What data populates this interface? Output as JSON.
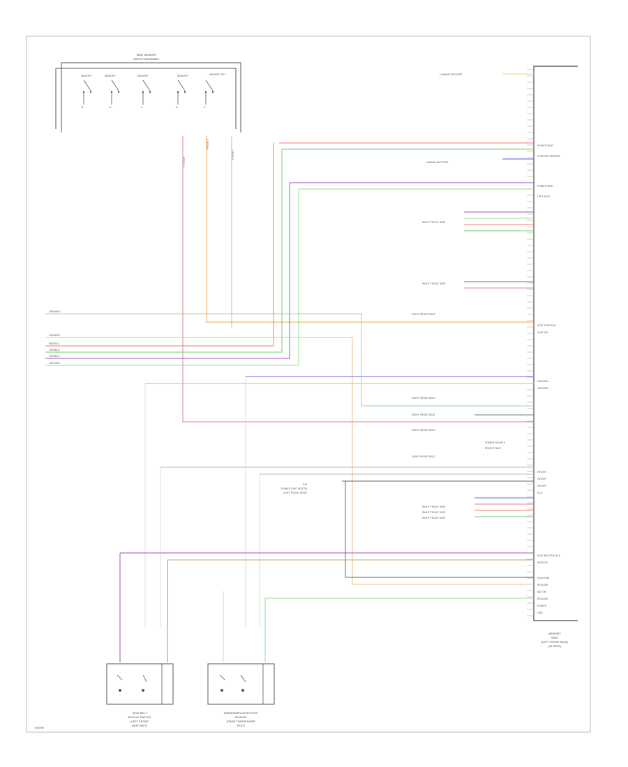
{
  "footer_code": "W00498",
  "top_switch": {
    "title_line1": "SEAT MEMORY",
    "title_line2": "SWITCH ASSEMBLY",
    "positions": [
      "MEMORY",
      "MEMORY",
      "MEMORY",
      "MEMORY",
      "MEMORY SET"
    ],
    "wire_labels": [
      "RED/BLU",
      "ORG/BLK",
      "GRY/BLK"
    ]
  },
  "module": {
    "name_line1": "MEMORY",
    "name_line2": "SEAT",
    "name_line3": "(LEFT FRONT SEAT)",
    "name_line4": "(IN SEAT)"
  },
  "connector_right_labels": [
    "POWER SEAT",
    "POSITION SENSOR",
    "POWER SEAT",
    "LEFT SEAT",
    "SEAT POSITION",
    "LIMIT SW",
    "GROUND",
    "GROUND",
    "HEIGHT",
    "HEIGHT",
    "HEIGHT",
    "ECU",
    "SEAT BELT BUCKLE",
    "MODULE",
    "DATA LINK",
    "RECLINE",
    "MOTOR",
    "RECLINE",
    "POWER",
    "LINE"
  ],
  "left_side_wires": [
    "GRN/WHT",
    "GRN/RED",
    "RED/BLU",
    "GRN/BLU",
    "GRN/BLU",
    "GRY/RED"
  ],
  "mid_labels": [
    "LUMBAR SUPPORT",
    "LUMBAR SUPPORT",
    "RIGHT FRONT SEAT",
    "RIGHT FRONT SEAT",
    "RIGHT FRONT SEAT",
    "RIGHT FRONT SEAT",
    "RIGHT FRONT SEAT",
    "RIGHT FRONT SEAT",
    "RIGHT FRONT SEAT",
    "RIGHT FRONT SEAT",
    "RIGHT FRONT SEAT",
    "RIGHT FRONT SEAT",
    "POWER SOURCE",
    "DRIVER SEAT"
  ],
  "center_note": {
    "line1": "B/R",
    "line2": "POWER SEAT MOTOR",
    "line3": "(LEFT FRONT SEAT)"
  },
  "bottom_left": {
    "line1": "SEAT BELT",
    "line2": "BUCKLE SWITCH",
    "line3": "(LEFT FRONT",
    "line4": "SEAT BELT)"
  },
  "bottom_right": {
    "line1": "PASSENGER DETECTION",
    "line2": "SENSOR",
    "line3": "(FRONT PASSENGER",
    "line4": "SEAT)"
  }
}
